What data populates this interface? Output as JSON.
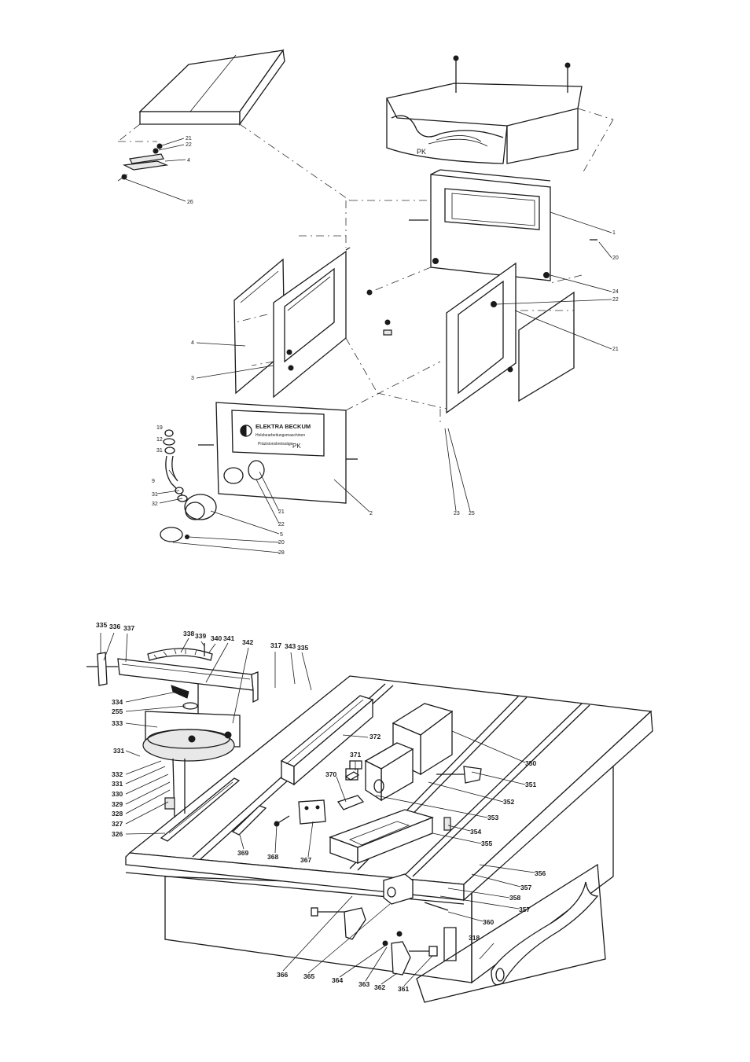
{
  "upper_diagram": {
    "cabinet_label_top": "PK",
    "plate": {
      "brand": "ELEKTRA BECKUM",
      "subtitle": "Holzbearbeitungsmaschinen",
      "model_line": "Präzisionskreissäge",
      "model": "PK"
    },
    "callouts": [
      "21",
      "22",
      "4",
      "26",
      "1",
      "20",
      "24",
      "22",
      "21",
      "4",
      "3",
      "19",
      "12",
      "31",
      "9",
      "31",
      "32",
      "21",
      "22",
      "5",
      "20",
      "28",
      "2",
      "23",
      "25"
    ]
  },
  "lower_diagram": {
    "callouts": [
      "335",
      "336",
      "337",
      "338",
      "339",
      "340",
      "341",
      "342",
      "317",
      "343",
      "335",
      "334",
      "255",
      "333",
      "331",
      "332",
      "331",
      "330",
      "329",
      "328",
      "327",
      "326",
      "372",
      "371",
      "370",
      "350",
      "351",
      "352",
      "353",
      "354",
      "355",
      "356",
      "357",
      "358",
      "357",
      "360",
      "369",
      "368",
      "367",
      "366",
      "365",
      "364",
      "363",
      "362",
      "361",
      "318"
    ]
  }
}
